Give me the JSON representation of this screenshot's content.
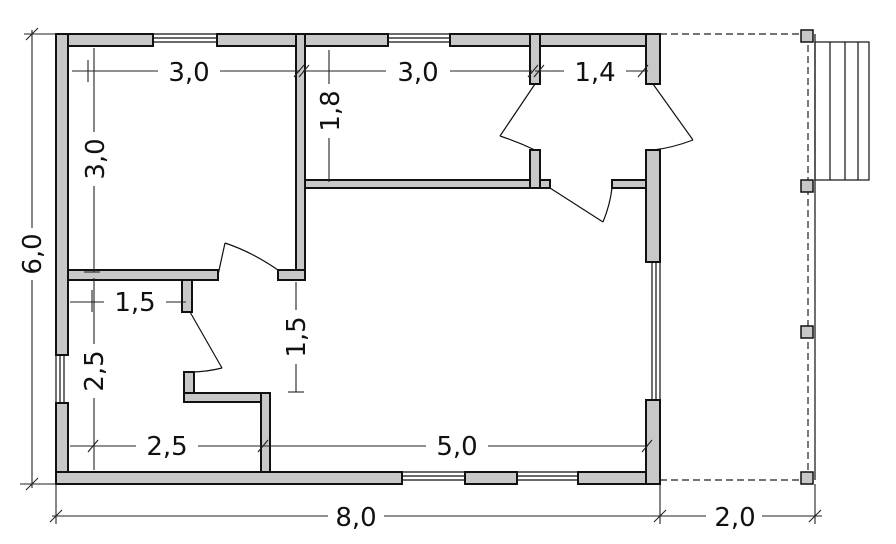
{
  "floor_plan": {
    "overall": {
      "length": "8,0",
      "width": "6,0",
      "terrace_depth": "2,0"
    },
    "rooms": {
      "room_1": {
        "width": "3,0",
        "depth": "3,0"
      },
      "room_2": {
        "width": "3,0",
        "depth": "1,8"
      },
      "room_3": {
        "width": "1,4"
      },
      "room_4": {
        "width": "1,5",
        "depth": "2,5"
      },
      "room_5": {
        "width": "2,5"
      },
      "room_6": {
        "width": "5,0",
        "depth": "1,5"
      }
    }
  }
}
